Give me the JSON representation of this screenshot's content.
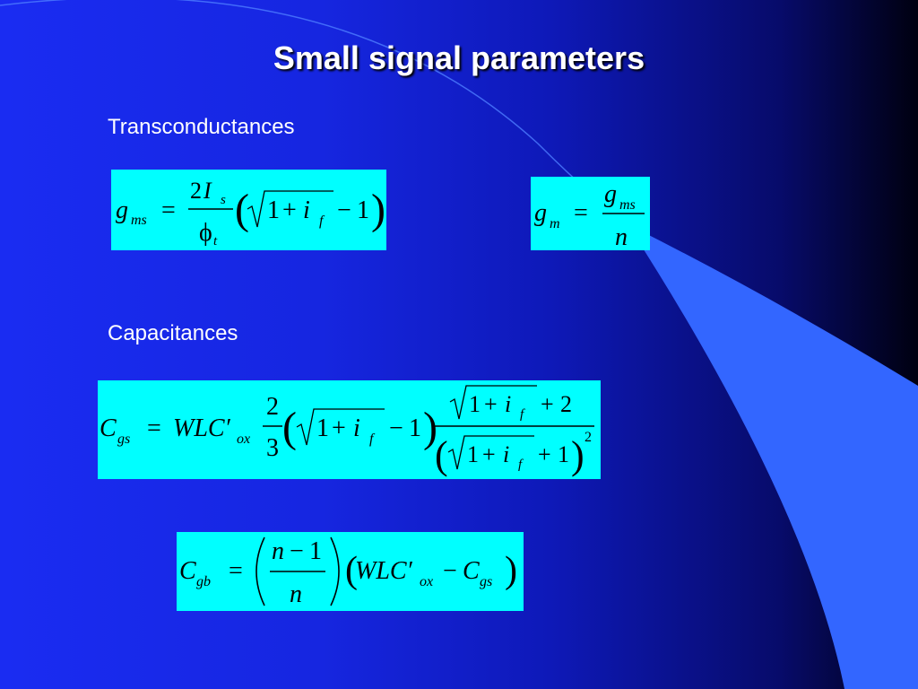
{
  "slide": {
    "title": "Small signal parameters",
    "headings": {
      "transconductances": "Transconductances",
      "capacitances": "Capacitances"
    },
    "colors": {
      "background": "#1a2cf2",
      "equation_box": "#00ffff",
      "decor": "#3366ff"
    }
  },
  "equations": {
    "gms": {
      "lhs": "g",
      "lhs_sub": "ms",
      "eq": "=",
      "num_coef": "2",
      "num_var": "I",
      "num_sub": "s",
      "den_var": "ϕ",
      "den_sub": "t",
      "open": "(",
      "close": ")",
      "term1": "1",
      "plus": "+",
      "var_i": "i",
      "sub_f": "f",
      "minus": "−",
      "term2": "1"
    },
    "gm": {
      "lhs": "g",
      "lhs_sub": "m",
      "eq": "=",
      "num": "g",
      "num_sub": "ms",
      "den": "n"
    },
    "cgs": {
      "lhs": "C",
      "lhs_sub": "gs",
      "eq": "=",
      "wlc": "WLC′",
      "sub_ox": "ox",
      "frac_num": "2",
      "frac_den": "3",
      "open": "(",
      "close": ")",
      "one": "1",
      "plus": "+",
      "var_i": "i",
      "sub_f": "f",
      "minus": "−",
      "num_two": "2",
      "den_one": "1",
      "exp": "2"
    },
    "cgb": {
      "lhs": "C",
      "lhs_sub": "gb",
      "eq": "=",
      "num_n": "n",
      "minus": "−",
      "num_one": "1",
      "den_n": "n",
      "wlc": "WLC′",
      "sub_ox": "ox",
      "rhs_var": "C",
      "rhs_sub": "gs",
      "open": "(",
      "close": ")"
    }
  }
}
